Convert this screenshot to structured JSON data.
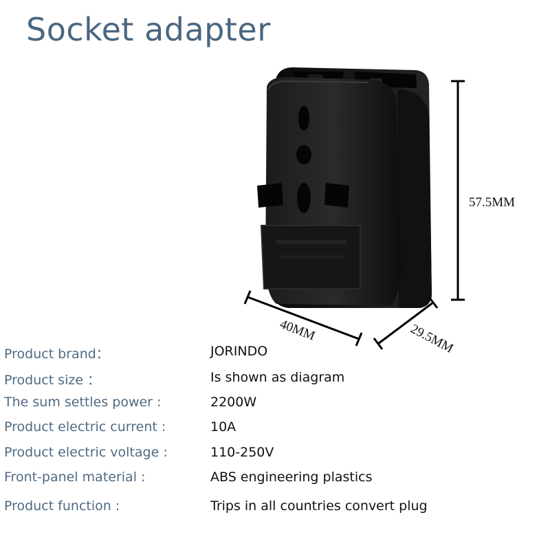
{
  "title": "Socket adapter",
  "dimensions": {
    "height": "57.5MM",
    "width": "40MM",
    "depth": "29.5MM"
  },
  "specs": [
    {
      "label": "Product brand：",
      "value": "JORINDO"
    },
    {
      "label": "Product size ：",
      "value": "Is shown as diagram"
    },
    {
      "label": "The sum settles power :",
      "value": "2200W"
    },
    {
      "label": "Product electric current :",
      "value": "10A"
    },
    {
      "label": "Product electric voltage :",
      "value": "110-250V"
    },
    {
      "label": "Front-panel material :",
      "value": "ABS engineering plastics"
    },
    {
      "label": "Product function :",
      "value": "Trips in all countries convert plug"
    }
  ]
}
